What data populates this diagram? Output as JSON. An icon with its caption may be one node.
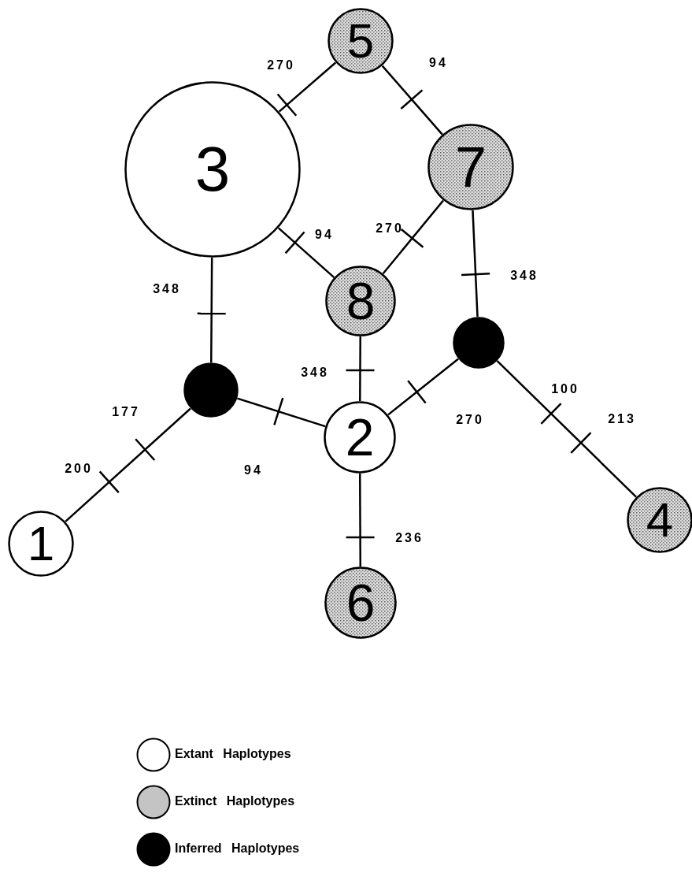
{
  "diagram": {
    "nodes": [
      {
        "text": [
          "5"
        ]
      },
      {
        "text": [
          "3"
        ]
      },
      {
        "text": [
          "7"
        ]
      },
      {
        "text": [
          "8"
        ]
      },
      {
        "text": [],
        "shape": "circle"
      },
      {
        "text": [],
        "shape": "circle"
      },
      {
        "text": [
          "2"
        ]
      },
      {
        "text": [
          "4"
        ]
      },
      {
        "text": [
          "1"
        ]
      },
      {
        "text": [
          "6"
        ]
      }
    ],
    "edges": [
      {
        "from": 1,
        "to": 0,
        "arrow": "none",
        "label": "270"
      },
      {
        "from": 0,
        "to": 2,
        "arrow": "none",
        "label": "94"
      },
      {
        "from": 1,
        "to": 3,
        "arrow": "none",
        "label": "94"
      },
      {
        "from": 2,
        "to": 3,
        "arrow": "none",
        "label": "270"
      },
      {
        "from": 2,
        "to": 4,
        "arrow": "none",
        "label": "348"
      },
      {
        "from": 1,
        "to": 5,
        "arrow": "none",
        "label": "348"
      },
      {
        "from": 3,
        "to": 6,
        "arrow": "none",
        "label": "348"
      },
      {
        "from": 5,
        "to": 6,
        "arrow": "none",
        "label": "94"
      },
      {
        "from": 6,
        "to": 4,
        "arrow": "none",
        "label": "270"
      },
      {
        "from": 4,
        "to": 7,
        "arrow": "none",
        "label": "100"
      },
      {
        "from": 5,
        "to": 8,
        "arrow": "none",
        "label": "177"
      },
      {
        "from": 6,
        "to": 9,
        "arrow": "none",
        "label": "236"
      }
    ],
    "labels": [
      "213",
      "200"
    ],
    "legend": [
      {
        "text": "Extant Haplotypes",
        "color": "#ffffff"
      },
      {
        "text": "Extinct Haplotypes",
        "color": "#c4c4c4"
      },
      {
        "text": "Inferred Haplotypes",
        "color": "#000000"
      }
    ]
  }
}
